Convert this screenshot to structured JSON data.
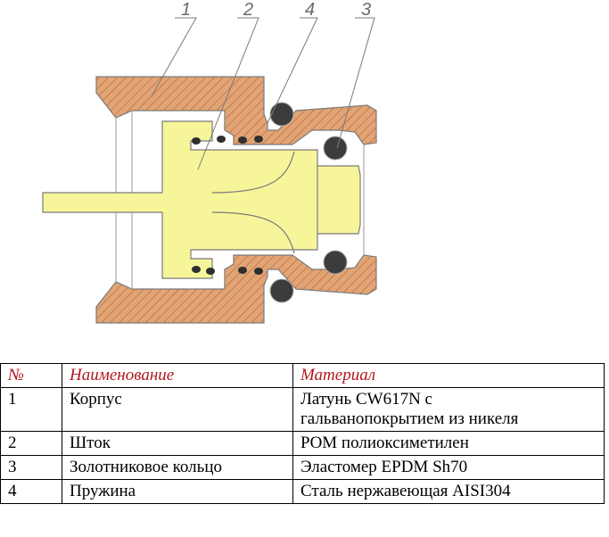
{
  "callouts": [
    "1",
    "2",
    "4",
    "3"
  ],
  "colors": {
    "body": "#e0a574",
    "stem": "#f7f59a",
    "seal": "#3c3c3c",
    "hatch": "#c04a2c",
    "outline": "#7a7a7a"
  },
  "table": {
    "headers": [
      "№",
      "Наименование",
      "Материал"
    ],
    "rows": [
      {
        "num": "1",
        "name": "Корпус",
        "material": [
          "Латунь CW617N с",
          "гальванопокрытием из никеля"
        ]
      },
      {
        "num": "2",
        "name": "Шток",
        "material": [
          "POM полиоксиметилен"
        ]
      },
      {
        "num": "3",
        "name": "Золотниковое кольцо",
        "material": [
          "Эластомер EPDM Sh70"
        ]
      },
      {
        "num": "4",
        "name": "Пружина",
        "material": [
          "Сталь нержавеющая AISI304"
        ]
      }
    ]
  }
}
